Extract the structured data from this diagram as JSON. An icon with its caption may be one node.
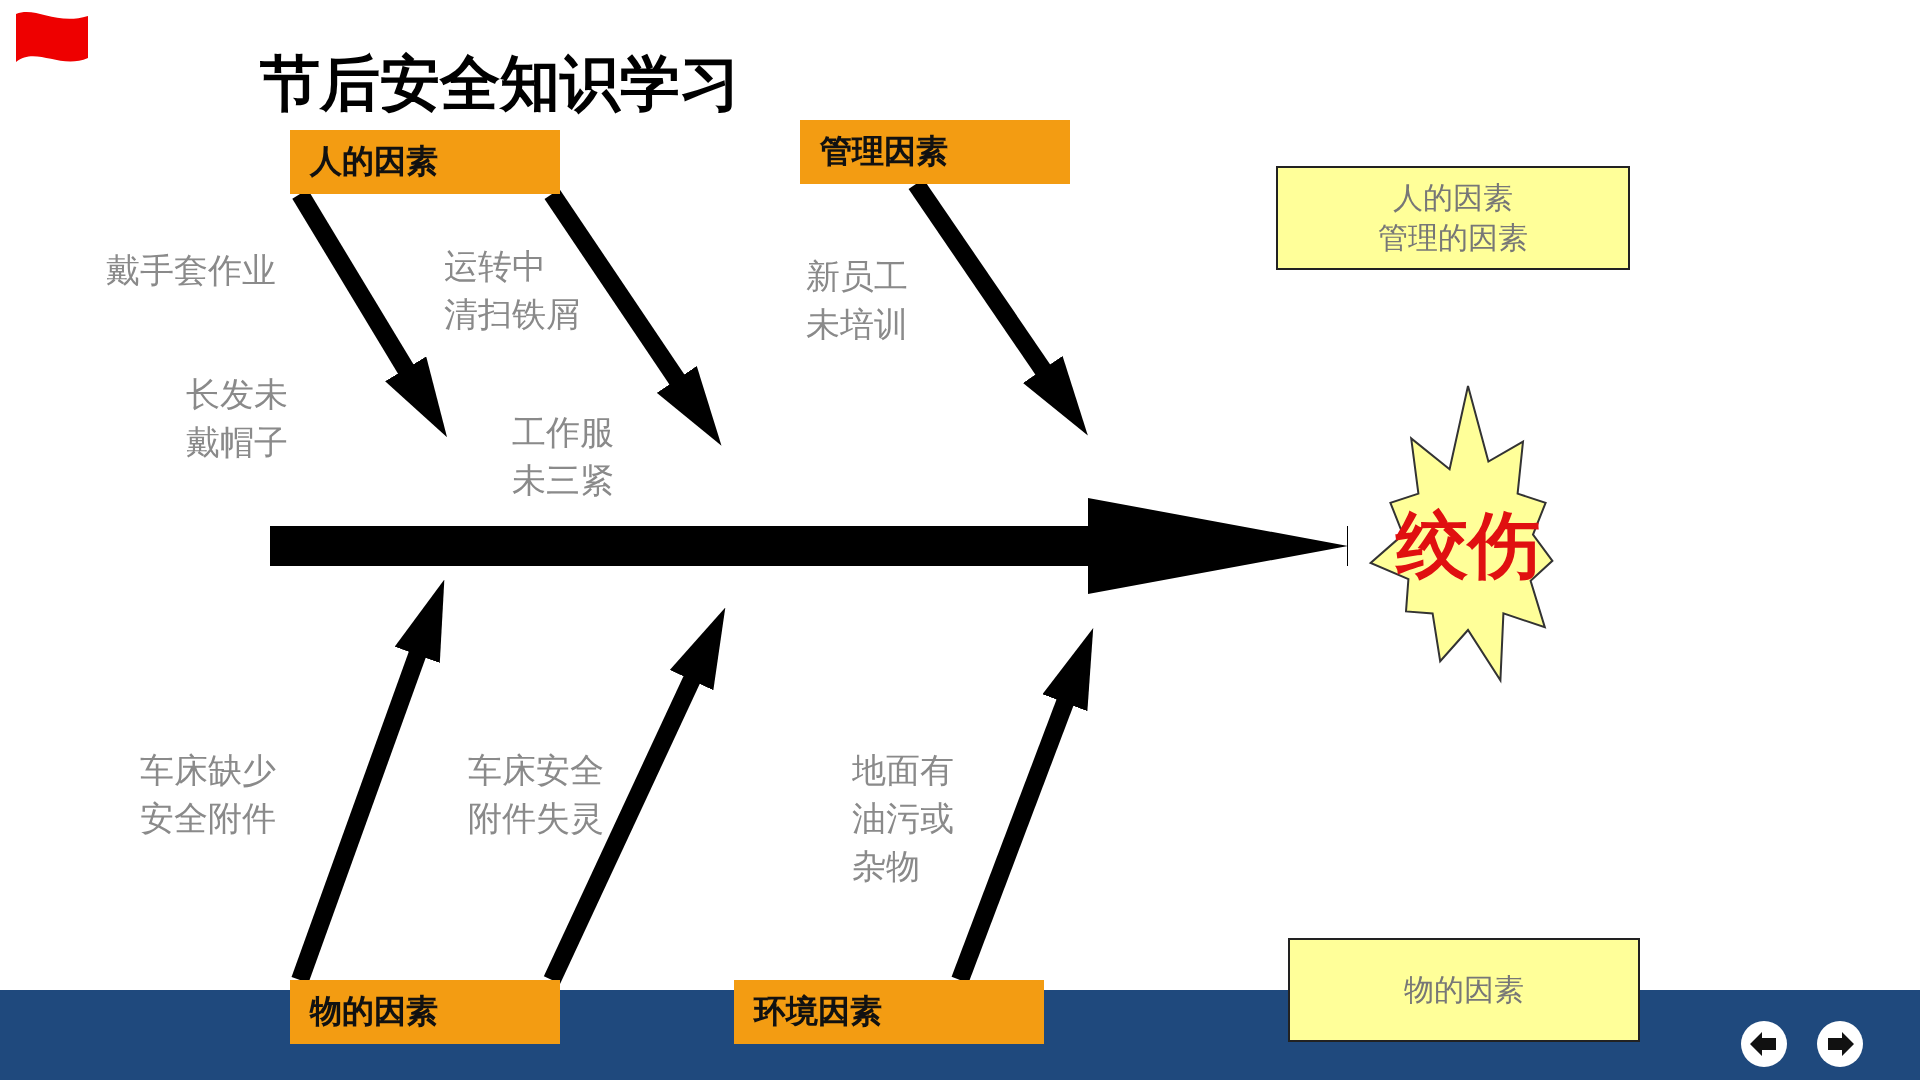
{
  "diagram": {
    "title": "节后安全知识学习",
    "nodes": [
      {
        "text": [
          "人的因素"
        ]
      },
      {
        "text": [
          "管理因素"
        ]
      },
      {
        "text": [
          "物的因素"
        ]
      },
      {
        "text": [
          "环境因素"
        ]
      },
      {
        "text": [
          "绞伤"
        ]
      },
      {
        "text": [
          "人的因素",
          "管理的因素"
        ]
      },
      {
        "text": [
          "物的因素"
        ]
      }
    ],
    "edges": [
      {
        "from": null,
        "to": 4,
        "arrow": "to",
        "style": "thick"
      },
      {
        "from": 0,
        "to": null,
        "arrow": "to"
      },
      {
        "from": 0,
        "to": null,
        "arrow": "to"
      },
      {
        "from": 1,
        "to": null,
        "arrow": "to"
      },
      {
        "from": 2,
        "to": null,
        "arrow": "to"
      },
      {
        "from": 2,
        "to": null,
        "arrow": "to"
      },
      {
        "from": 3,
        "to": null,
        "arrow": "to"
      }
    ],
    "labels": [
      "戴手套作业",
      "运转中清扫铁屑",
      "新员工未培训",
      "长发未戴帽子",
      "工作服未三紧",
      "车床缺少安全附件",
      "车床安全附件失灵",
      "地面有油污或杂物"
    ]
  }
}
